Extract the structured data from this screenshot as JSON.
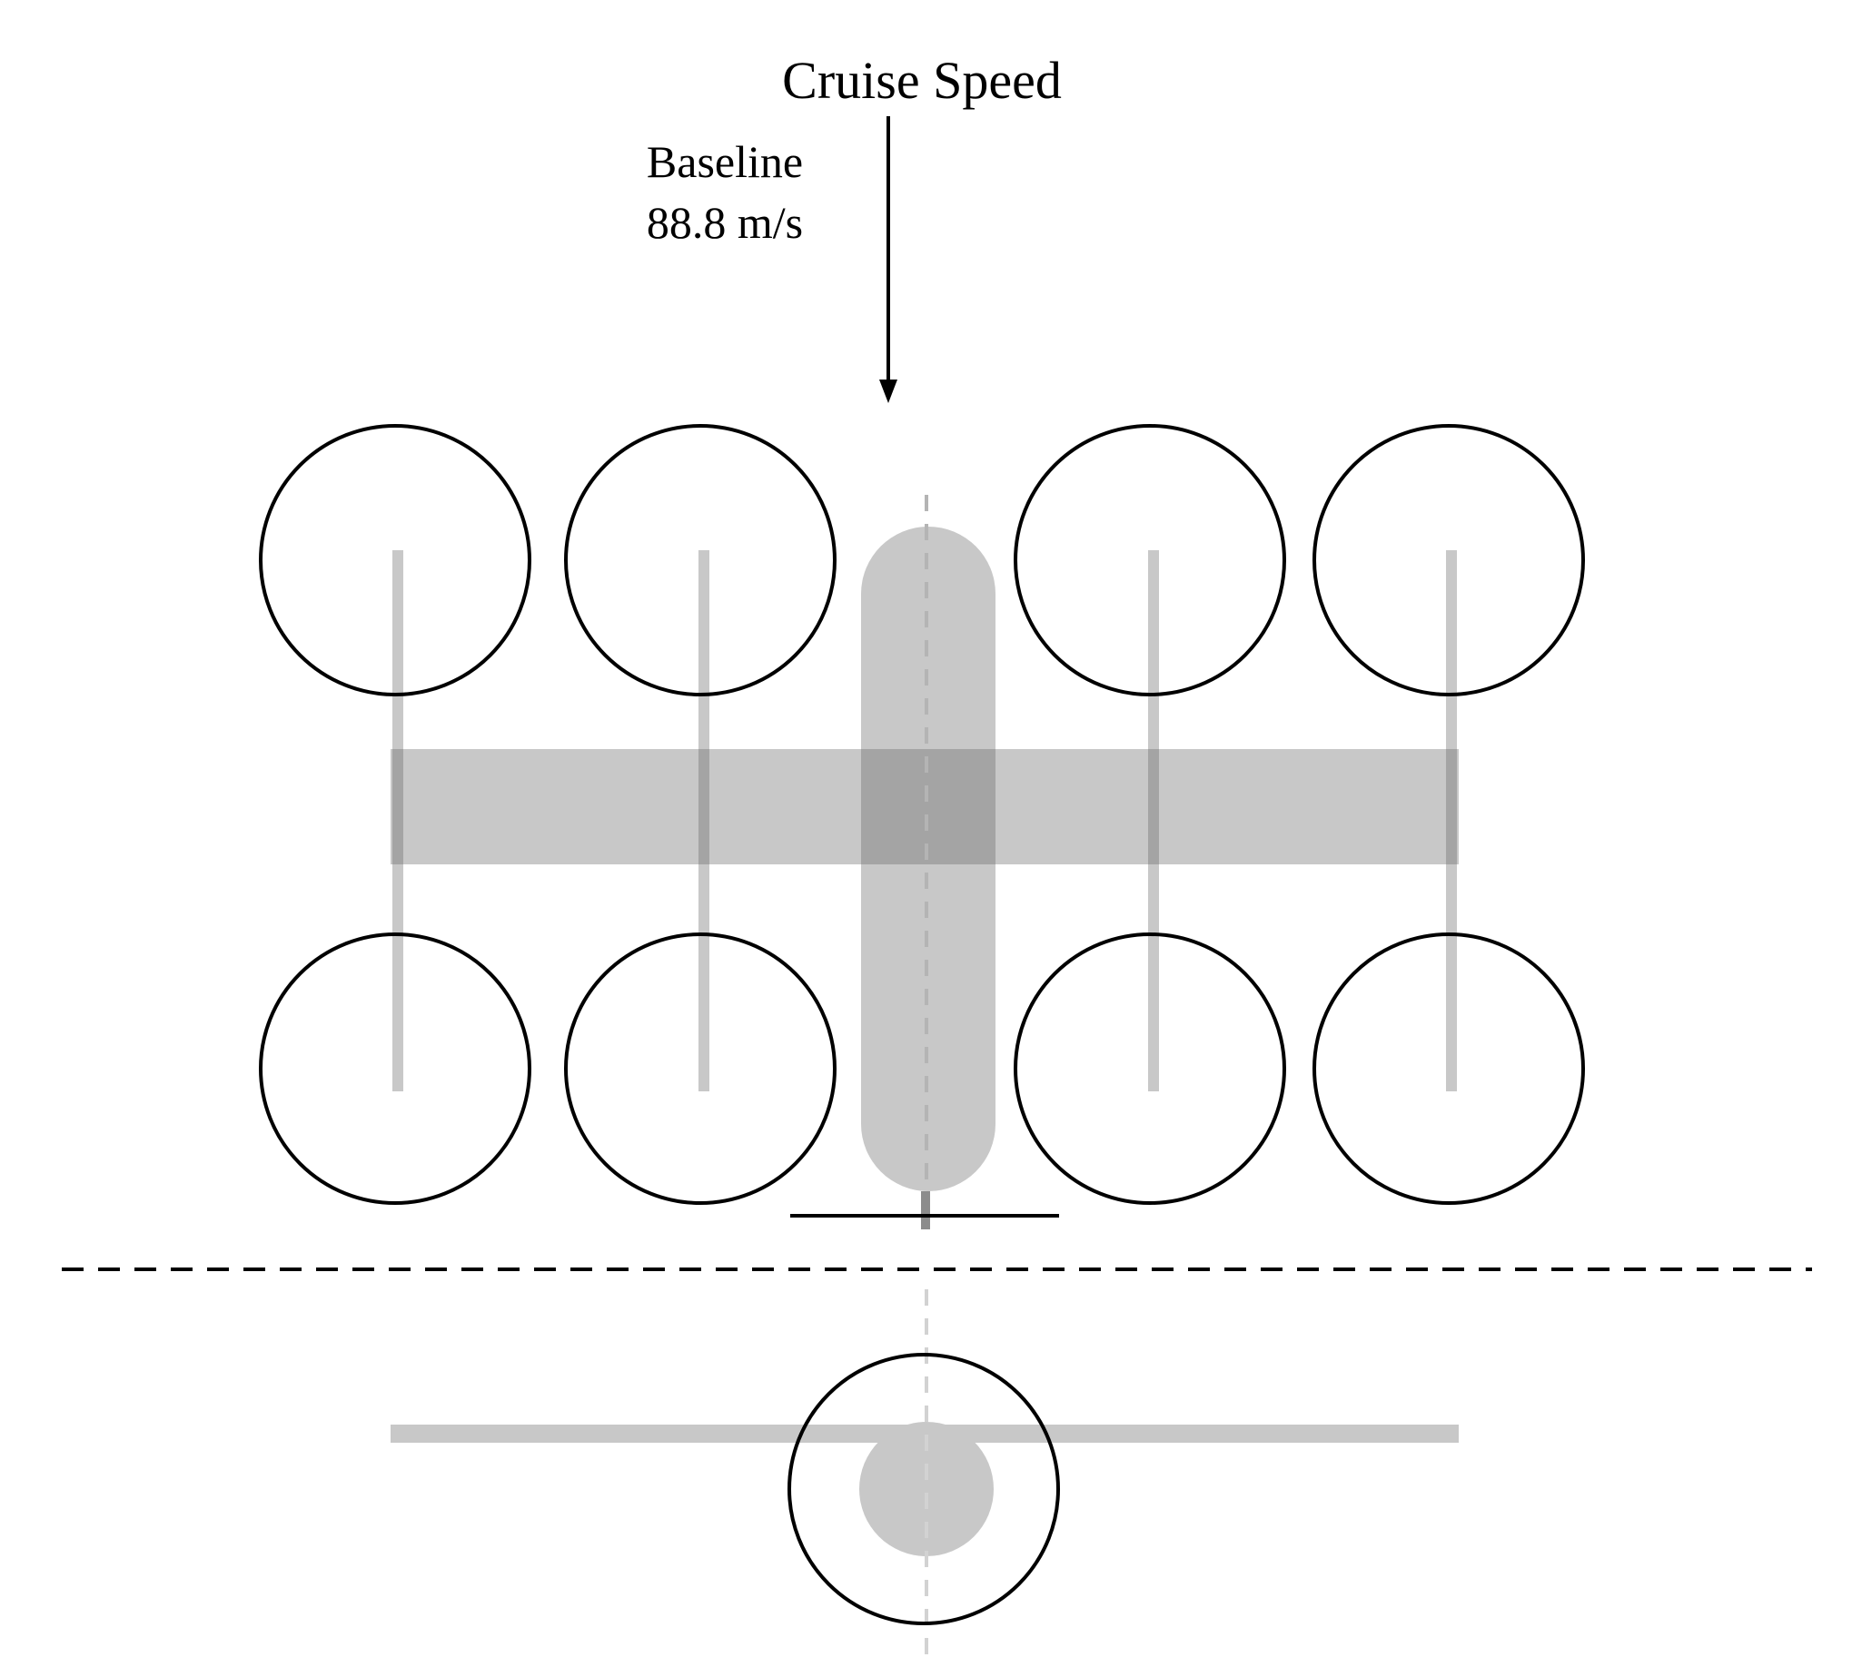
{
  "title": "Cruise Speed",
  "baseline": {
    "label": "Baseline",
    "value": "88.8 m/s"
  },
  "colors": {
    "ink": "#000000",
    "structure": "#c8c8c8",
    "overlap": "#a4a4a4",
    "centerline": "#d2d2d2",
    "background": "#ffffff"
  },
  "rotor_count": 8,
  "views": [
    "top-view",
    "front-view"
  ]
}
